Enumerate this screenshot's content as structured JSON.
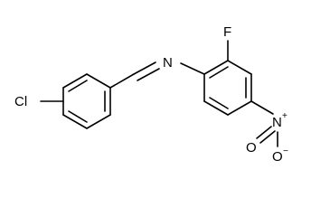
{
  "diagram": {
    "atoms": {
      "chlorine": "Cl",
      "imine_nitrogen": "N",
      "fluorine": "F",
      "nitro_nitrogen": "N",
      "nitro_nitrogen_charge": "+",
      "nitro_oxygen_bottom": "O",
      "nitro_oxygen_bottom_charge": "−",
      "nitro_oxygen_left": "O"
    }
  }
}
